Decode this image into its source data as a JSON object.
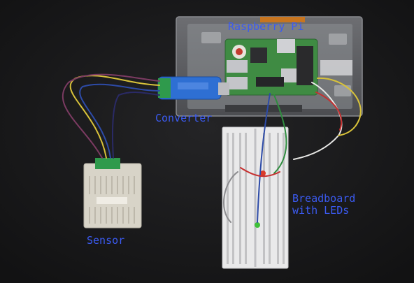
{
  "labels": {
    "raspberry_pi": "Raspberry Pi",
    "converter": "Converter",
    "breadboard": "Breadboard\nwith LEDs",
    "sensor": "Sensor"
  },
  "colors": {
    "label_text": "#3b5bf2",
    "background": "#19191a",
    "board_green": "#3f8b43",
    "usb_blue": "#2e6fd3",
    "terminal_green": "#2f9a4c"
  }
}
